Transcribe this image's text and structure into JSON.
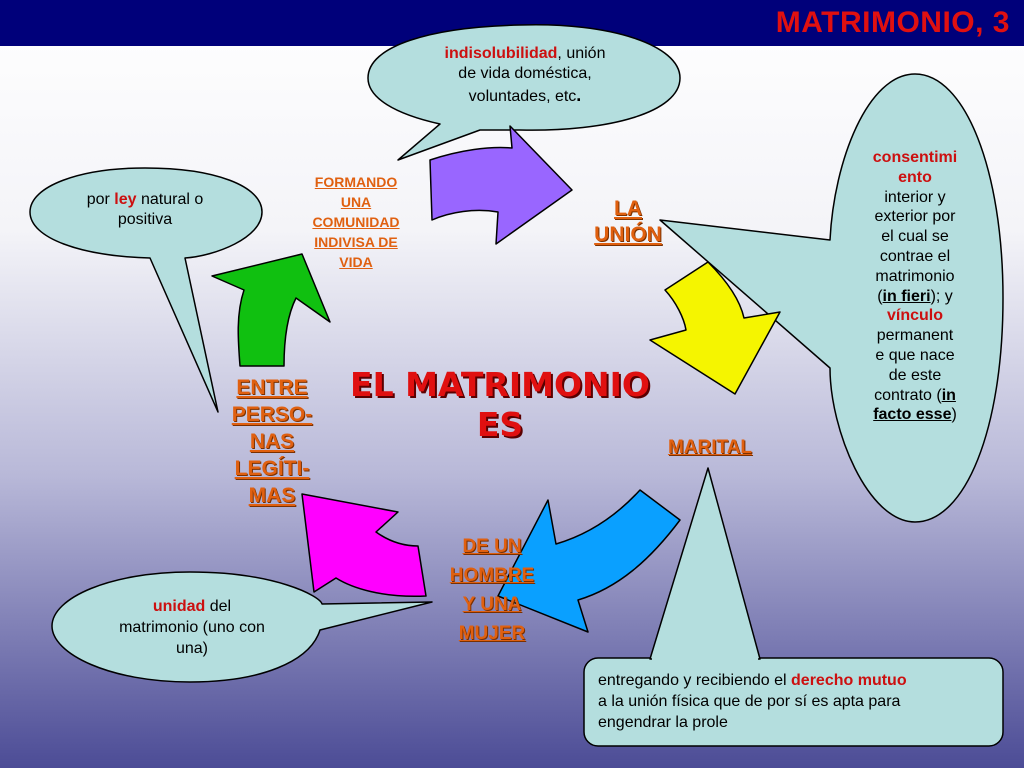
{
  "slide": {
    "title": "MATRIMONIO, 3"
  },
  "center": {
    "line1": "EL MATRIMONIO",
    "line2": "ES"
  },
  "labels": {
    "union": [
      "LA",
      "UNIÓN"
    ],
    "marital": "MARITAL",
    "hombre": [
      "DE UN",
      "HOMBRE",
      "Y UNA",
      "MUJER"
    ],
    "personas": [
      "ENTRE",
      "PERSO-",
      "NAS",
      "LEGÍTI-",
      "MAS"
    ],
    "comunidad": [
      "FORMANDO",
      "UNA",
      "COMUNIDAD",
      "INDIVISA DE",
      "VIDA"
    ]
  },
  "bubbles": {
    "top": {
      "t1": "indisolubilidad",
      "t2": ", unión",
      "t3": "de vida doméstica,",
      "t4": "voluntades, etc",
      "t5": "."
    },
    "left": {
      "t1": "por ",
      "t2": "ley",
      "t3": " natural o",
      "t4": "positiva"
    },
    "right": {
      "t1": "consentimi",
      "t2": "ento",
      "t3": "interior y",
      "t4": "exterior por",
      "t5": "el cual se",
      "t6": "contrae el",
      "t7": "matrimonio",
      "t8": "(",
      "t9": "in fieri",
      "t10": "); y",
      "t11": "vínculo",
      "t12": "permanent",
      "t13": "e que nace",
      "t14": "de este",
      "t15": "contrato (",
      "t16": "in",
      "t17": "facto esse",
      "t18": ")"
    },
    "bottomleft": {
      "t1": "unidad",
      "t2": " del",
      "t3": "matrimonio (uno con",
      "t4": "una)"
    },
    "bottomright": {
      "t1": "entregando y recibiendo el ",
      "t2": "derecho mutuo",
      "t3": "a la unión física que de por sí es apta para",
      "t4": "engendrar la prole"
    }
  },
  "colors": {
    "arrow_purple": "#9966ff",
    "arrow_yellow": "#f5f500",
    "arrow_blue": "#0aa0ff",
    "arrow_magenta": "#ff00ff",
    "arrow_green": "#10c010",
    "bubble": "#b4dede",
    "label": "#e06010",
    "title": "#e01010"
  }
}
